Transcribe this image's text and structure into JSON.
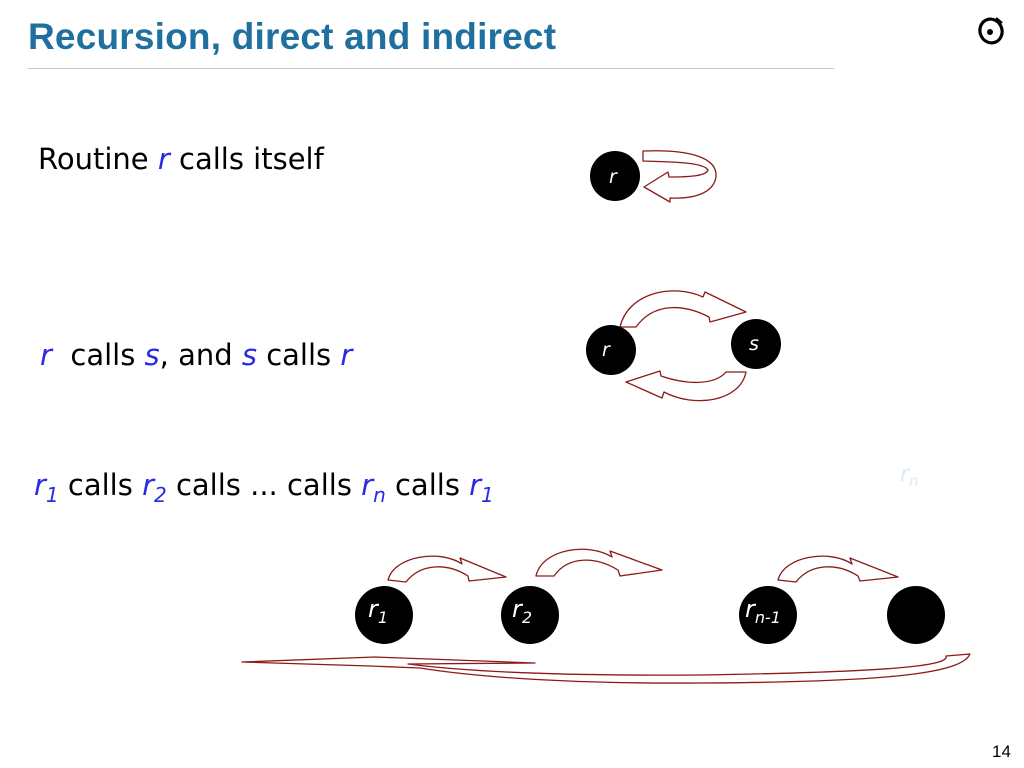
{
  "slide": {
    "title": "Recursion, direct and indirect",
    "page_number": "14"
  },
  "colors": {
    "title": "#1f6f9f",
    "variable": "#2a2ae6",
    "arrow": "#8b1a1a",
    "node": "#000000",
    "faded_label": "#d9ecf6"
  },
  "icons": {
    "logo": "eiffel-logo-icon"
  },
  "statements": {
    "direct": {
      "word_routine": "Routine",
      "var_r": "r",
      "rest": "calls itself"
    },
    "mutual": {
      "var_r1": "r",
      "word_calls1": "calls",
      "var_s1": "s",
      "word_and": ", and",
      "var_s2": "s",
      "word_calls2": "calls",
      "var_r2": "r"
    },
    "chain": {
      "var_r": "r",
      "sub_1": "1",
      "word_calls": "calls",
      "sub_2": "2",
      "ellipsis": "calls ... calls",
      "sub_n": "n",
      "word_calls_end": "calls",
      "sub_1_end": "1"
    }
  },
  "diagrams": {
    "direct": {
      "node_r": "r"
    },
    "mutual": {
      "node_r": "r",
      "node_s": "s"
    },
    "chain": {
      "node_1": {
        "base": "r",
        "sub": "1"
      },
      "node_2": {
        "base": "r",
        "sub": "2"
      },
      "node_n_minus_1": {
        "base": "r",
        "sub": "n-1"
      },
      "node_n": {
        "base": "",
        "sub": ""
      },
      "faded_label": {
        "base": "r",
        "sub": "n"
      }
    }
  }
}
